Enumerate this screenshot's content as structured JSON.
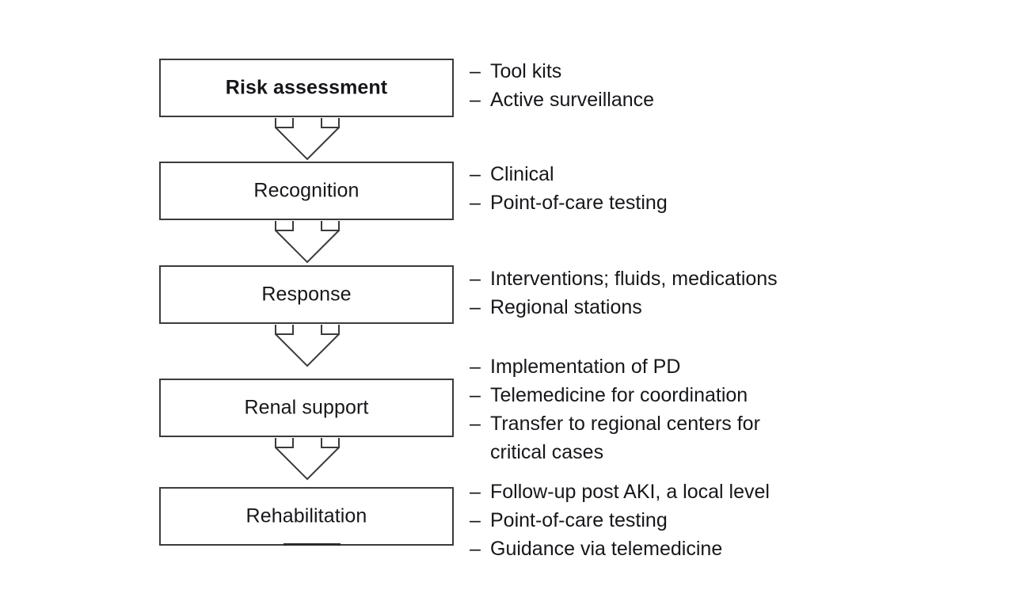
{
  "diagram": {
    "title": "AKI care pathway flow diagram",
    "bullet_marker": "–",
    "box_border_color": "#3b3b3b",
    "text_color": "#16171a",
    "background_color": "#ffffff",
    "stages": [
      {
        "label": "Risk assessment",
        "emphasis": true,
        "bullets": [
          "Tool kits",
          "Active surveillance"
        ]
      },
      {
        "label": "Recognition",
        "emphasis": false,
        "bullets": [
          "Clinical",
          "Point-of-care testing"
        ]
      },
      {
        "label": "Response",
        "emphasis": false,
        "bullets": [
          "Interventions; fluids, medications",
          "Regional stations"
        ]
      },
      {
        "label": "Renal support",
        "emphasis": false,
        "bullets": [
          "Implementation of PD",
          "Telemedicine for coordination",
          "Transfer to regional centers for\ncritical cases"
        ]
      },
      {
        "label": "Rehabilitation",
        "emphasis": false,
        "bullets": [
          "Follow-up post AKI, a local level",
          "Point-of-care testing",
          "Guidance via telemedicine"
        ]
      }
    ]
  }
}
